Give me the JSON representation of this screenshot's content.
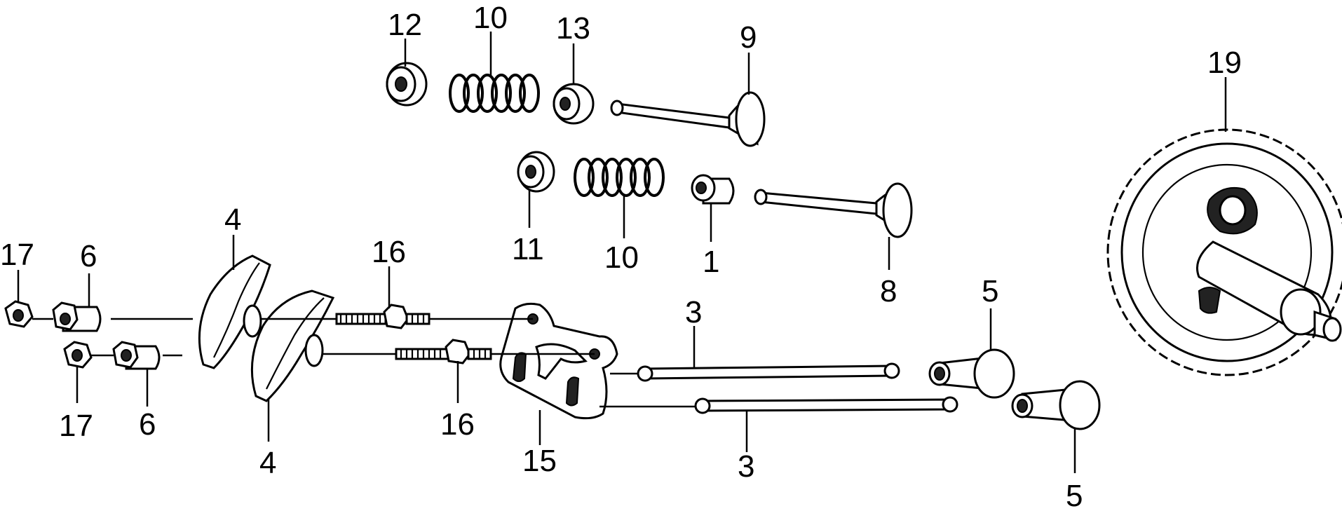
{
  "callouts": {
    "c12": "12",
    "c10a": "10",
    "c13": "13",
    "c9": "9",
    "c19": "19",
    "c4a": "4",
    "c17a": "17",
    "c6a": "6",
    "c16a": "16",
    "c11": "11",
    "c10b": "10",
    "c1": "1",
    "c8": "8",
    "c5a": "5",
    "c3a": "3",
    "c17b": "17",
    "c6b": "6",
    "c4b": "4",
    "c16b": "16",
    "c15": "15",
    "c3b": "3",
    "c5b": "5"
  }
}
